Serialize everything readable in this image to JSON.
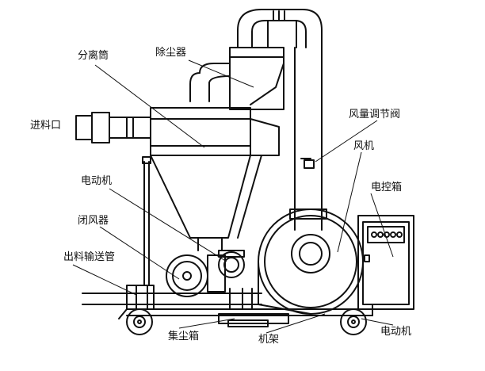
{
  "labels": {
    "separator": "分离筒",
    "dust_remover": "除尘器",
    "inlet": "进料口",
    "air_valve": "风量调节阀",
    "fan": "风机",
    "control_box": "电控箱",
    "motor_left": "电动机",
    "airlock": "闭风器",
    "outlet_pipe": "出料输送管",
    "dust_box": "集尘箱",
    "frame": "机架",
    "motor_right": "电动机"
  }
}
